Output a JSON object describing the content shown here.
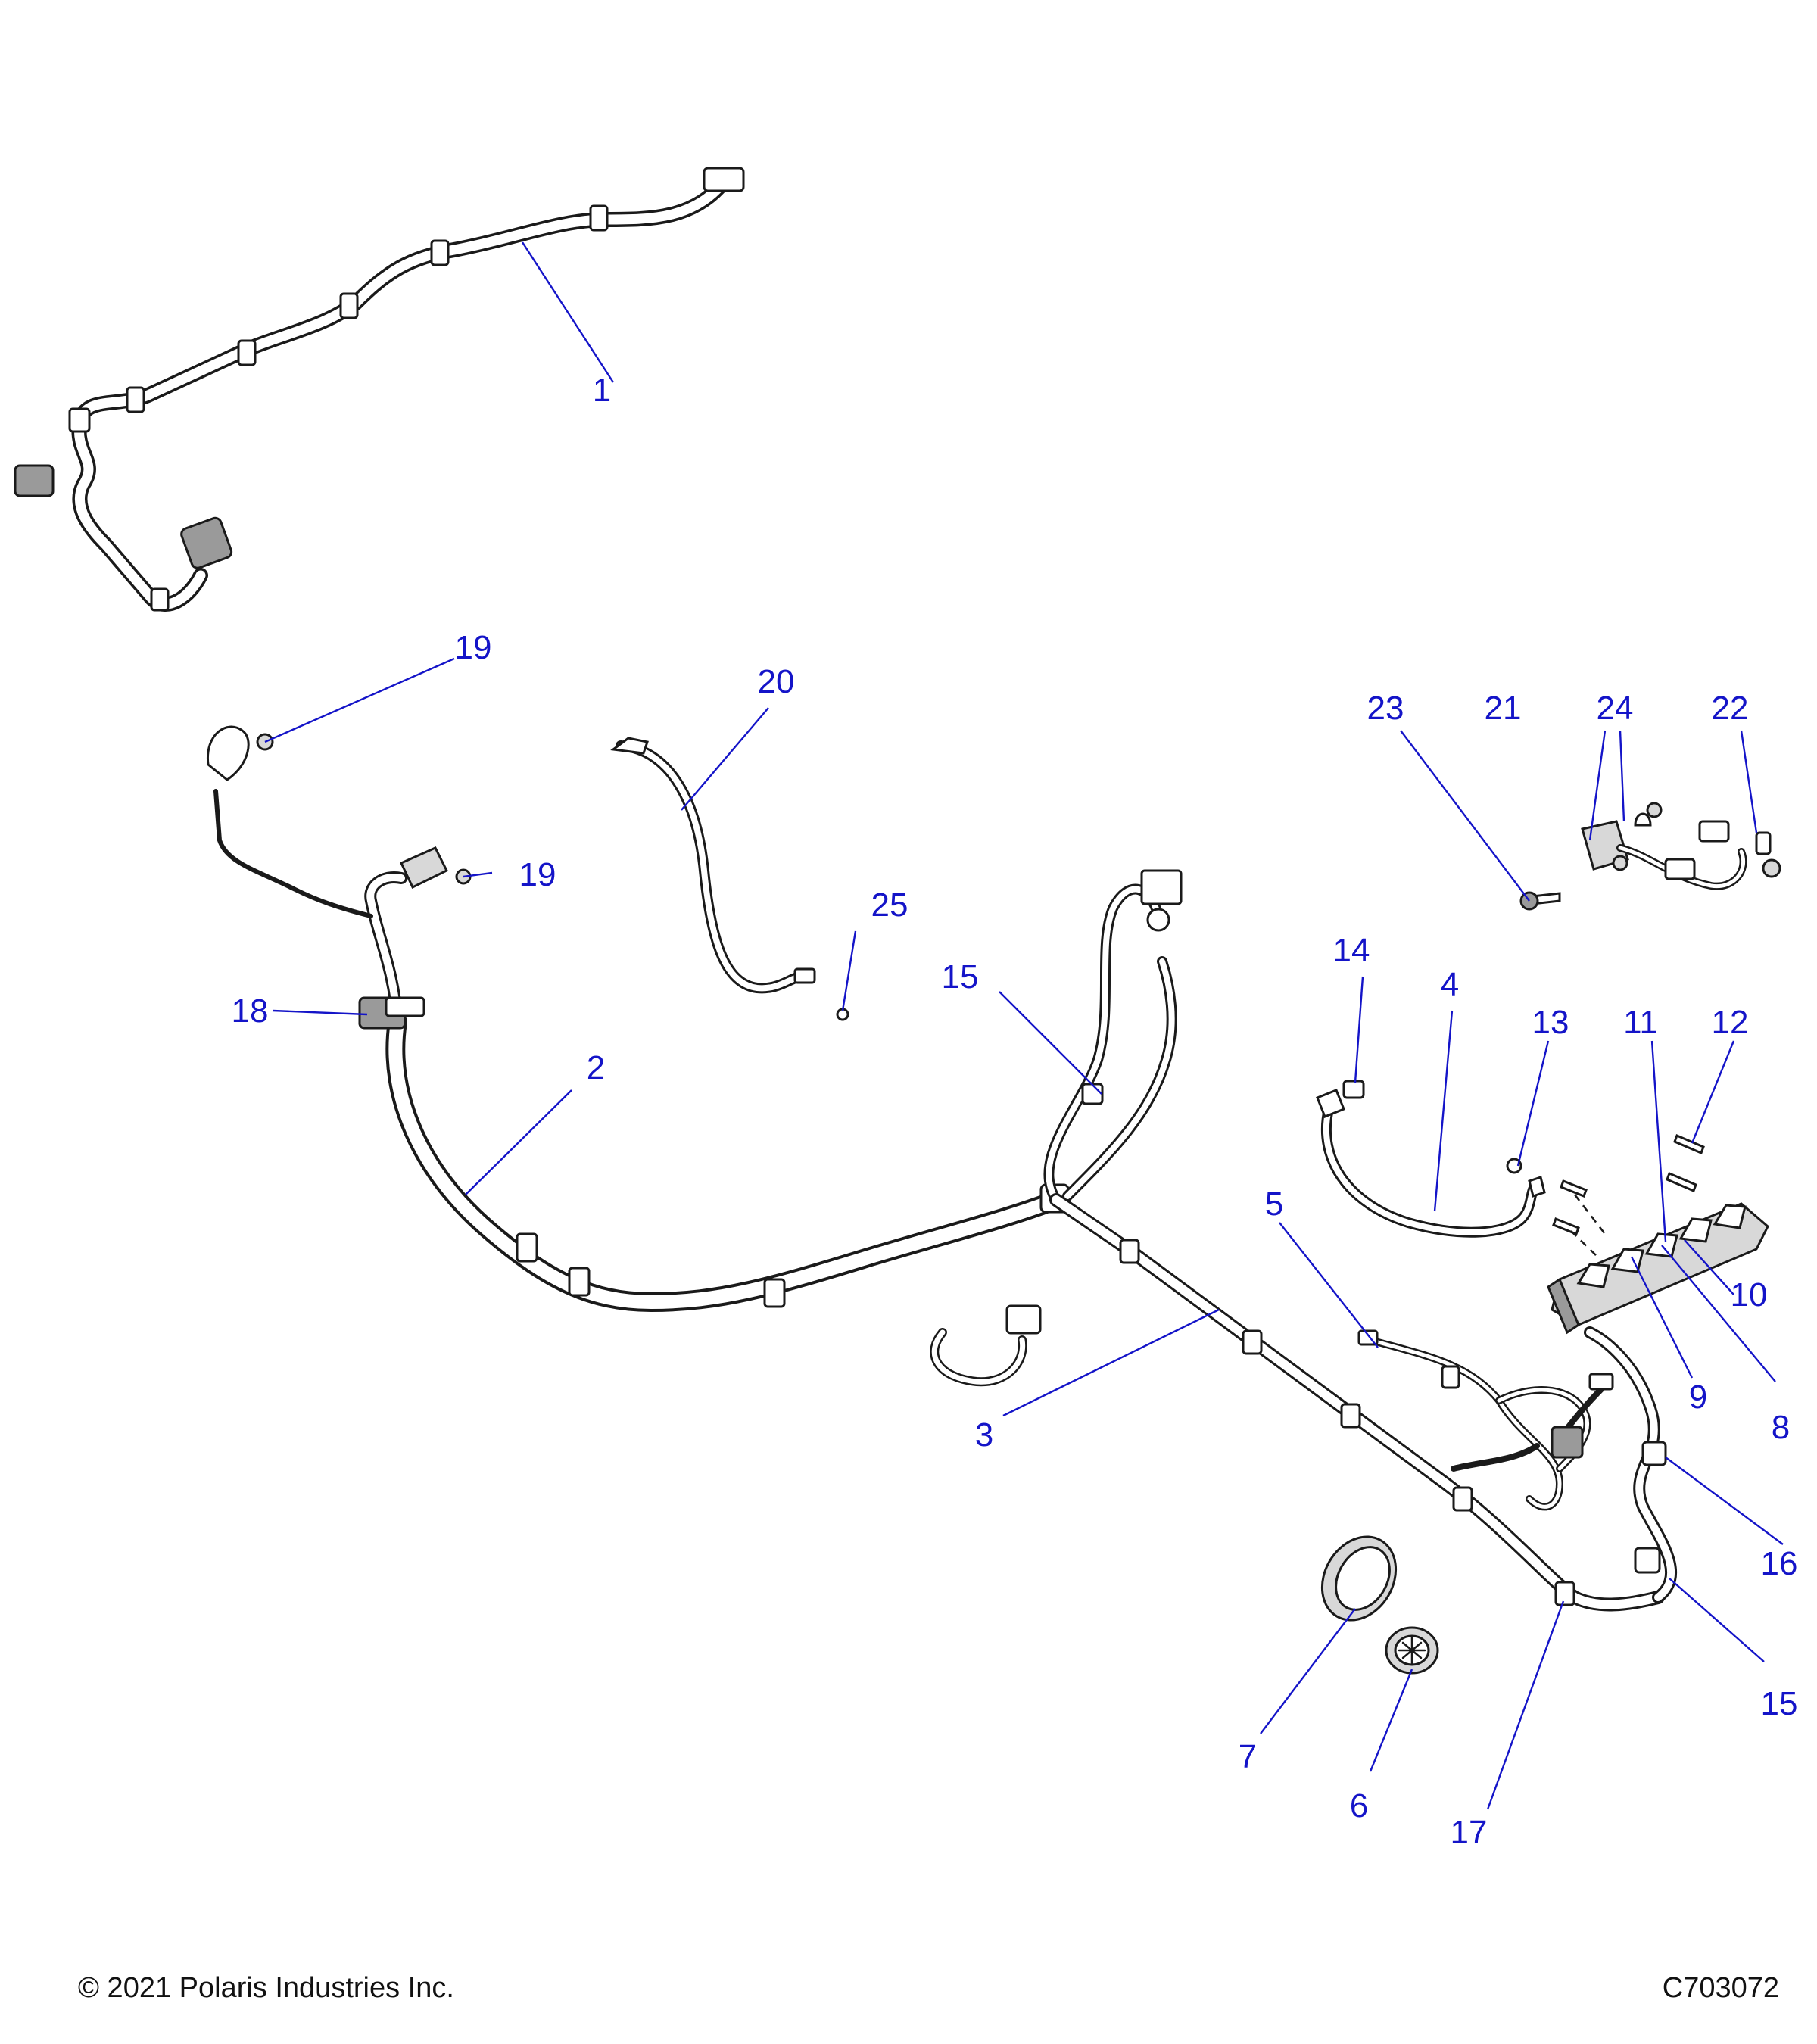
{
  "footer": {
    "copyright": "© 2021 Polaris Industries Inc.",
    "drawing_id": "C703072"
  },
  "callouts": [
    {
      "id": "c1",
      "label": "1"
    },
    {
      "id": "c19a",
      "label": "19"
    },
    {
      "id": "c20",
      "label": "20"
    },
    {
      "id": "c23",
      "label": "23"
    },
    {
      "id": "c21",
      "label": "21"
    },
    {
      "id": "c24",
      "label": "24"
    },
    {
      "id": "c22",
      "label": "22"
    },
    {
      "id": "c19b",
      "label": "19"
    },
    {
      "id": "c25",
      "label": "25"
    },
    {
      "id": "c15a",
      "label": "15"
    },
    {
      "id": "c14",
      "label": "14"
    },
    {
      "id": "c4",
      "label": "4"
    },
    {
      "id": "c13",
      "label": "13"
    },
    {
      "id": "c11",
      "label": "11"
    },
    {
      "id": "c12",
      "label": "12"
    },
    {
      "id": "c18",
      "label": "18"
    },
    {
      "id": "c2",
      "label": "2"
    },
    {
      "id": "c5",
      "label": "5"
    },
    {
      "id": "c10",
      "label": "10"
    },
    {
      "id": "c3",
      "label": "3"
    },
    {
      "id": "c9",
      "label": "9"
    },
    {
      "id": "c8",
      "label": "8"
    },
    {
      "id": "c16",
      "label": "16"
    },
    {
      "id": "c15b",
      "label": "15"
    },
    {
      "id": "c7",
      "label": "7"
    },
    {
      "id": "c6",
      "label": "6"
    },
    {
      "id": "c17",
      "label": "17"
    }
  ]
}
